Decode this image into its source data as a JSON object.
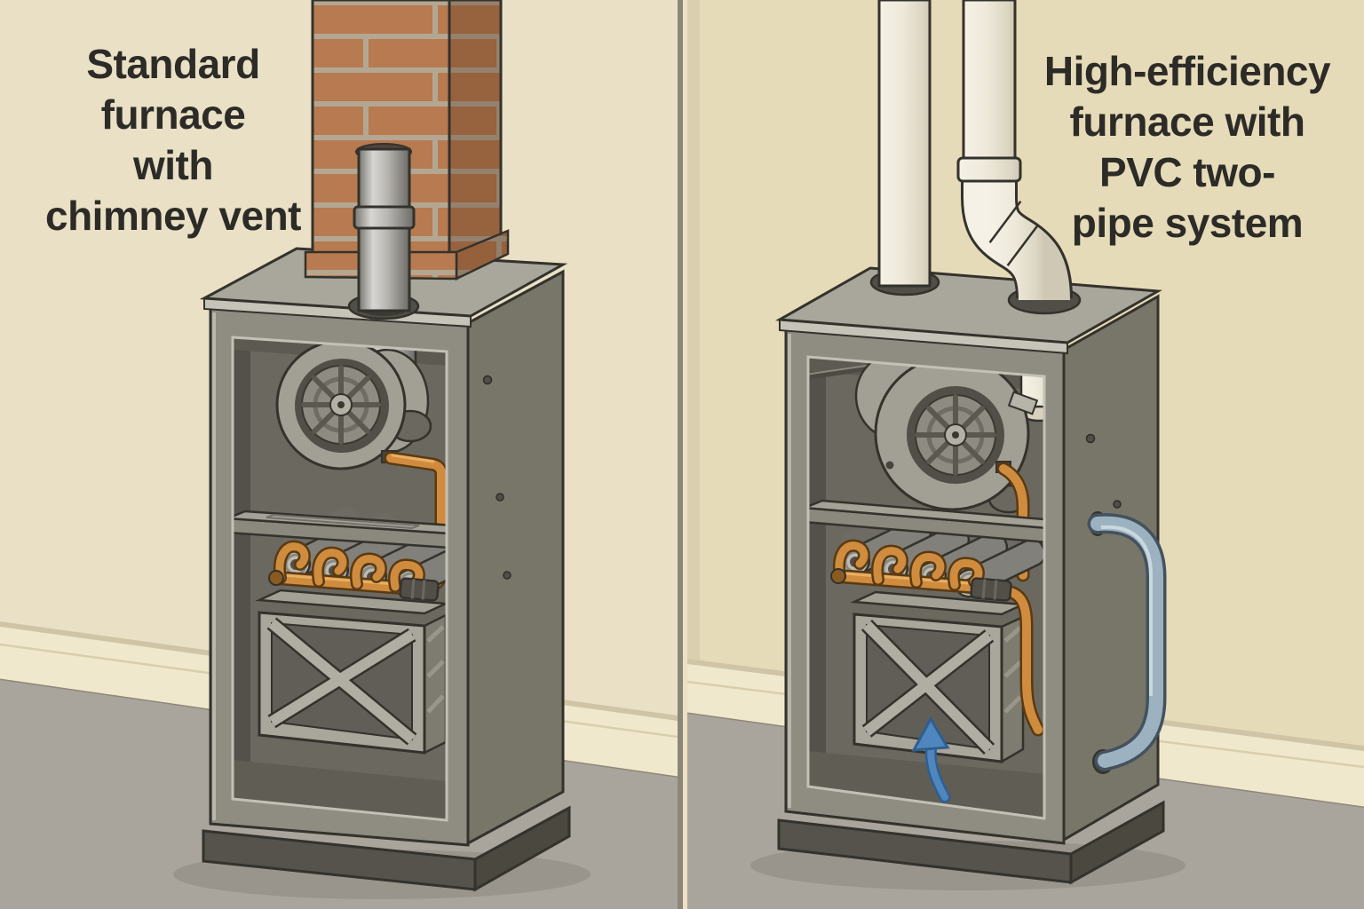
{
  "panels": {
    "left": {
      "title": "Standard furnace with chimney vent",
      "title_lines": [
        "Standard",
        "furnace",
        "with",
        "chimney vent"
      ]
    },
    "right": {
      "title": "High-efficiency furnace with PVC two-pipe system",
      "title_lines": [
        "High-efficiency",
        "furnace with",
        "PVC two-",
        "pipe system"
      ]
    }
  },
  "colors": {
    "text": "#2c2b27",
    "ink": "#34322c",
    "wall_left": "#e9e0c5",
    "wall_right": "#e6dbb8",
    "baseboard": "#f0e8cd",
    "baseboard_line": "#cfc5a6",
    "floor": "#a9a49c",
    "divider_dark": "#8b8678",
    "divider_light": "#ece1c2",
    "cabinet_front": "#8f8c82",
    "cabinet_side": "#787569",
    "cabinet_top": "#a9a69b",
    "cabinet_lip": "#c6c3b8",
    "interior": "#6b6860",
    "interior_shade": "#56534c",
    "plinth": "#55534c",
    "fan_housing": "#a29f94",
    "fan_ring": "#514f48",
    "fan_wheel": "#8e8b82",
    "fan_hub": "#b3b0a6",
    "shelf_top": "#a4a196",
    "shelf_front": "#8b887d",
    "burner": "#82807a",
    "burner_dark": "#6e6b64",
    "burner_cap": "#bdbab1",
    "gas_pipe": "#d08c3e",
    "gas_pipe_outline": "#5a3a12",
    "gas_highlight": "#eab267",
    "hx_top": "#a3a096",
    "hx_front": "#a9a69b",
    "hx_recess": "#615e57",
    "hx_side": "#7e7b70",
    "hx_stripe": "#98958a",
    "hx_bar": "#b0ada2",
    "brick": "#b87a50",
    "mortar": "#b3a792",
    "pvc": "#eee9da",
    "hose": "#9db2c1",
    "hose_outline": "#43525e",
    "hose_highlight": "#cfdbe2",
    "arrow": "#4f86bd",
    "arrow_outline": "#2f5f91",
    "screw": "#504e47",
    "shadow": "rgba(40,36,28,0.12)"
  }
}
